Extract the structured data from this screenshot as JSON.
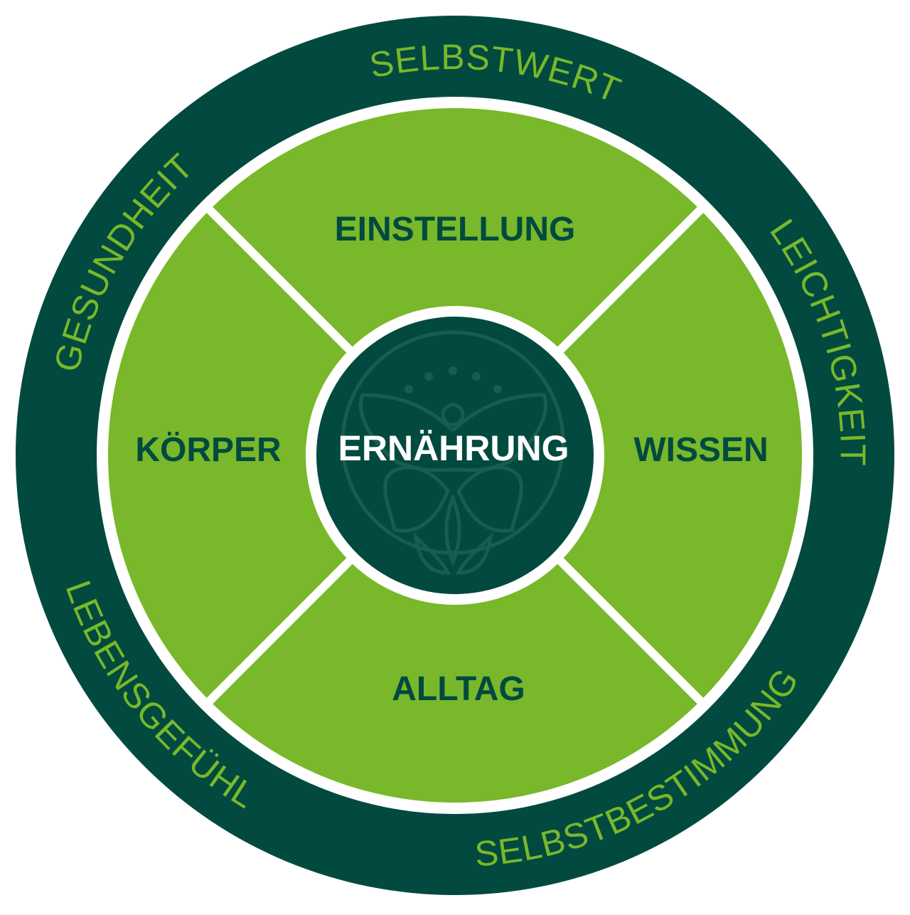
{
  "colors": {
    "dark_green": "#024a3f",
    "light_green": "#78b82a",
    "white": "#ffffff"
  },
  "center": {
    "label": "ERNÄHRUNG",
    "logo": "butterfly-figure-logo"
  },
  "segments": {
    "top": "EINSTELLUNG",
    "left": "KÖRPER",
    "right": "WISSEN",
    "bottom": "ALLTAG"
  },
  "outer_ring": {
    "top": "SELBSTWERT",
    "right": "LEICHTIGKEIT",
    "bottom_right": "SELBSTBESTIMMUNG",
    "bottom_left": "LEBENSGEFÜHL",
    "left": "GESUNDHEIT"
  }
}
